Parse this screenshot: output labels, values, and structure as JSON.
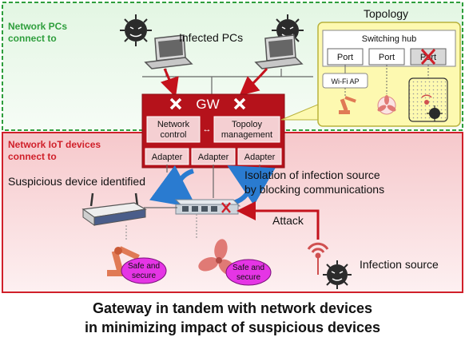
{
  "zones": {
    "pc_zone_label": [
      "Network PCs",
      "connect to"
    ],
    "iot_zone_label": [
      "Network IoT devices",
      "connect to"
    ]
  },
  "labels": {
    "infected_pcs": "Infected PCs",
    "suspicious": "Suspicious device identified",
    "isolation": [
      "Isolation of infection source",
      "by blocking communications"
    ],
    "attack": "Attack",
    "infection_source": "Infection source"
  },
  "gateway": {
    "title": "GW",
    "network_control": [
      "Network",
      "control"
    ],
    "topology_management": [
      "Topoloy",
      "management"
    ],
    "adapters": [
      "Adapter",
      "Adapter",
      "Adapter"
    ]
  },
  "topology": {
    "title": "Topology",
    "hub": "Switching hub",
    "ports": [
      "Port",
      "Port",
      "Port"
    ],
    "wifi_ap": "Wi-Fi AP"
  },
  "badges": [
    [
      "Safe and",
      "secure"
    ],
    [
      "Safe and",
      "secure"
    ]
  ],
  "caption": [
    "Gateway in tandem with network devices",
    "in minimizing impact of suspicious devices"
  ],
  "colors": {
    "gateway_red": "#b5121b",
    "zone_green": "#2e9e3c",
    "zone_red": "#d0202a",
    "topology_yellow": "#fdf9b0",
    "badge_magenta": "#e535e5",
    "isolation_blue": "#2a7bd0"
  }
}
